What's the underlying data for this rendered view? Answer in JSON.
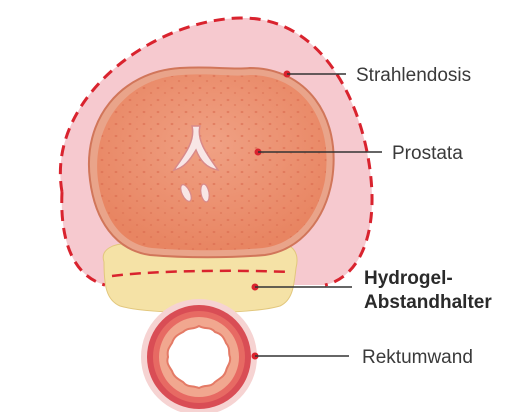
{
  "labels": {
    "radiation_dose": "Strahlendosis",
    "prostate": "Prostata",
    "hydrogel_line1": "Hydrogel-",
    "hydrogel_line2": "Abstandhalter",
    "rectal_wall": "Rektumwand"
  },
  "colors": {
    "dose_zone": "#f6c9cf",
    "dose_outline": "#d9232e",
    "prostate_fill": "#ec8f6e",
    "prostate_outline": "#c8644d",
    "spacer_fill": "#f5e2a6",
    "rectum_outer": "#d94d55",
    "rectum_inner": "#f1a78f",
    "leader_line": "#333333"
  }
}
